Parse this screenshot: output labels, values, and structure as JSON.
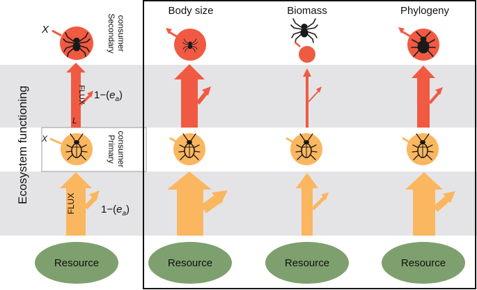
{
  "colors": {
    "secondary": "#f05a42",
    "primary": "#fbb660",
    "resource": "#7ea06e",
    "band": "#e4e4e6",
    "frame": "#111111",
    "bug": "#1a1a1a"
  },
  "left_axis": {
    "label": "Ecosystem functioning"
  },
  "levels": {
    "secondary": {
      "label_line1": "Secondary",
      "label_line2": "consumer"
    },
    "primary": {
      "label_line1": "Primary",
      "label_line2": "consumer"
    },
    "resource": {
      "label": "Resource"
    }
  },
  "legend": {
    "flux": "FLUX",
    "loss_prefix": "1−(",
    "loss_symbol": "e",
    "loss_subscript": "a",
    "loss_suffix": ")",
    "input_symbol": "X",
    "link_symbol": "L"
  },
  "columns": [
    {
      "title": "Body size"
    },
    {
      "title": "Biomass"
    },
    {
      "title": "Phylogeny"
    }
  ]
}
